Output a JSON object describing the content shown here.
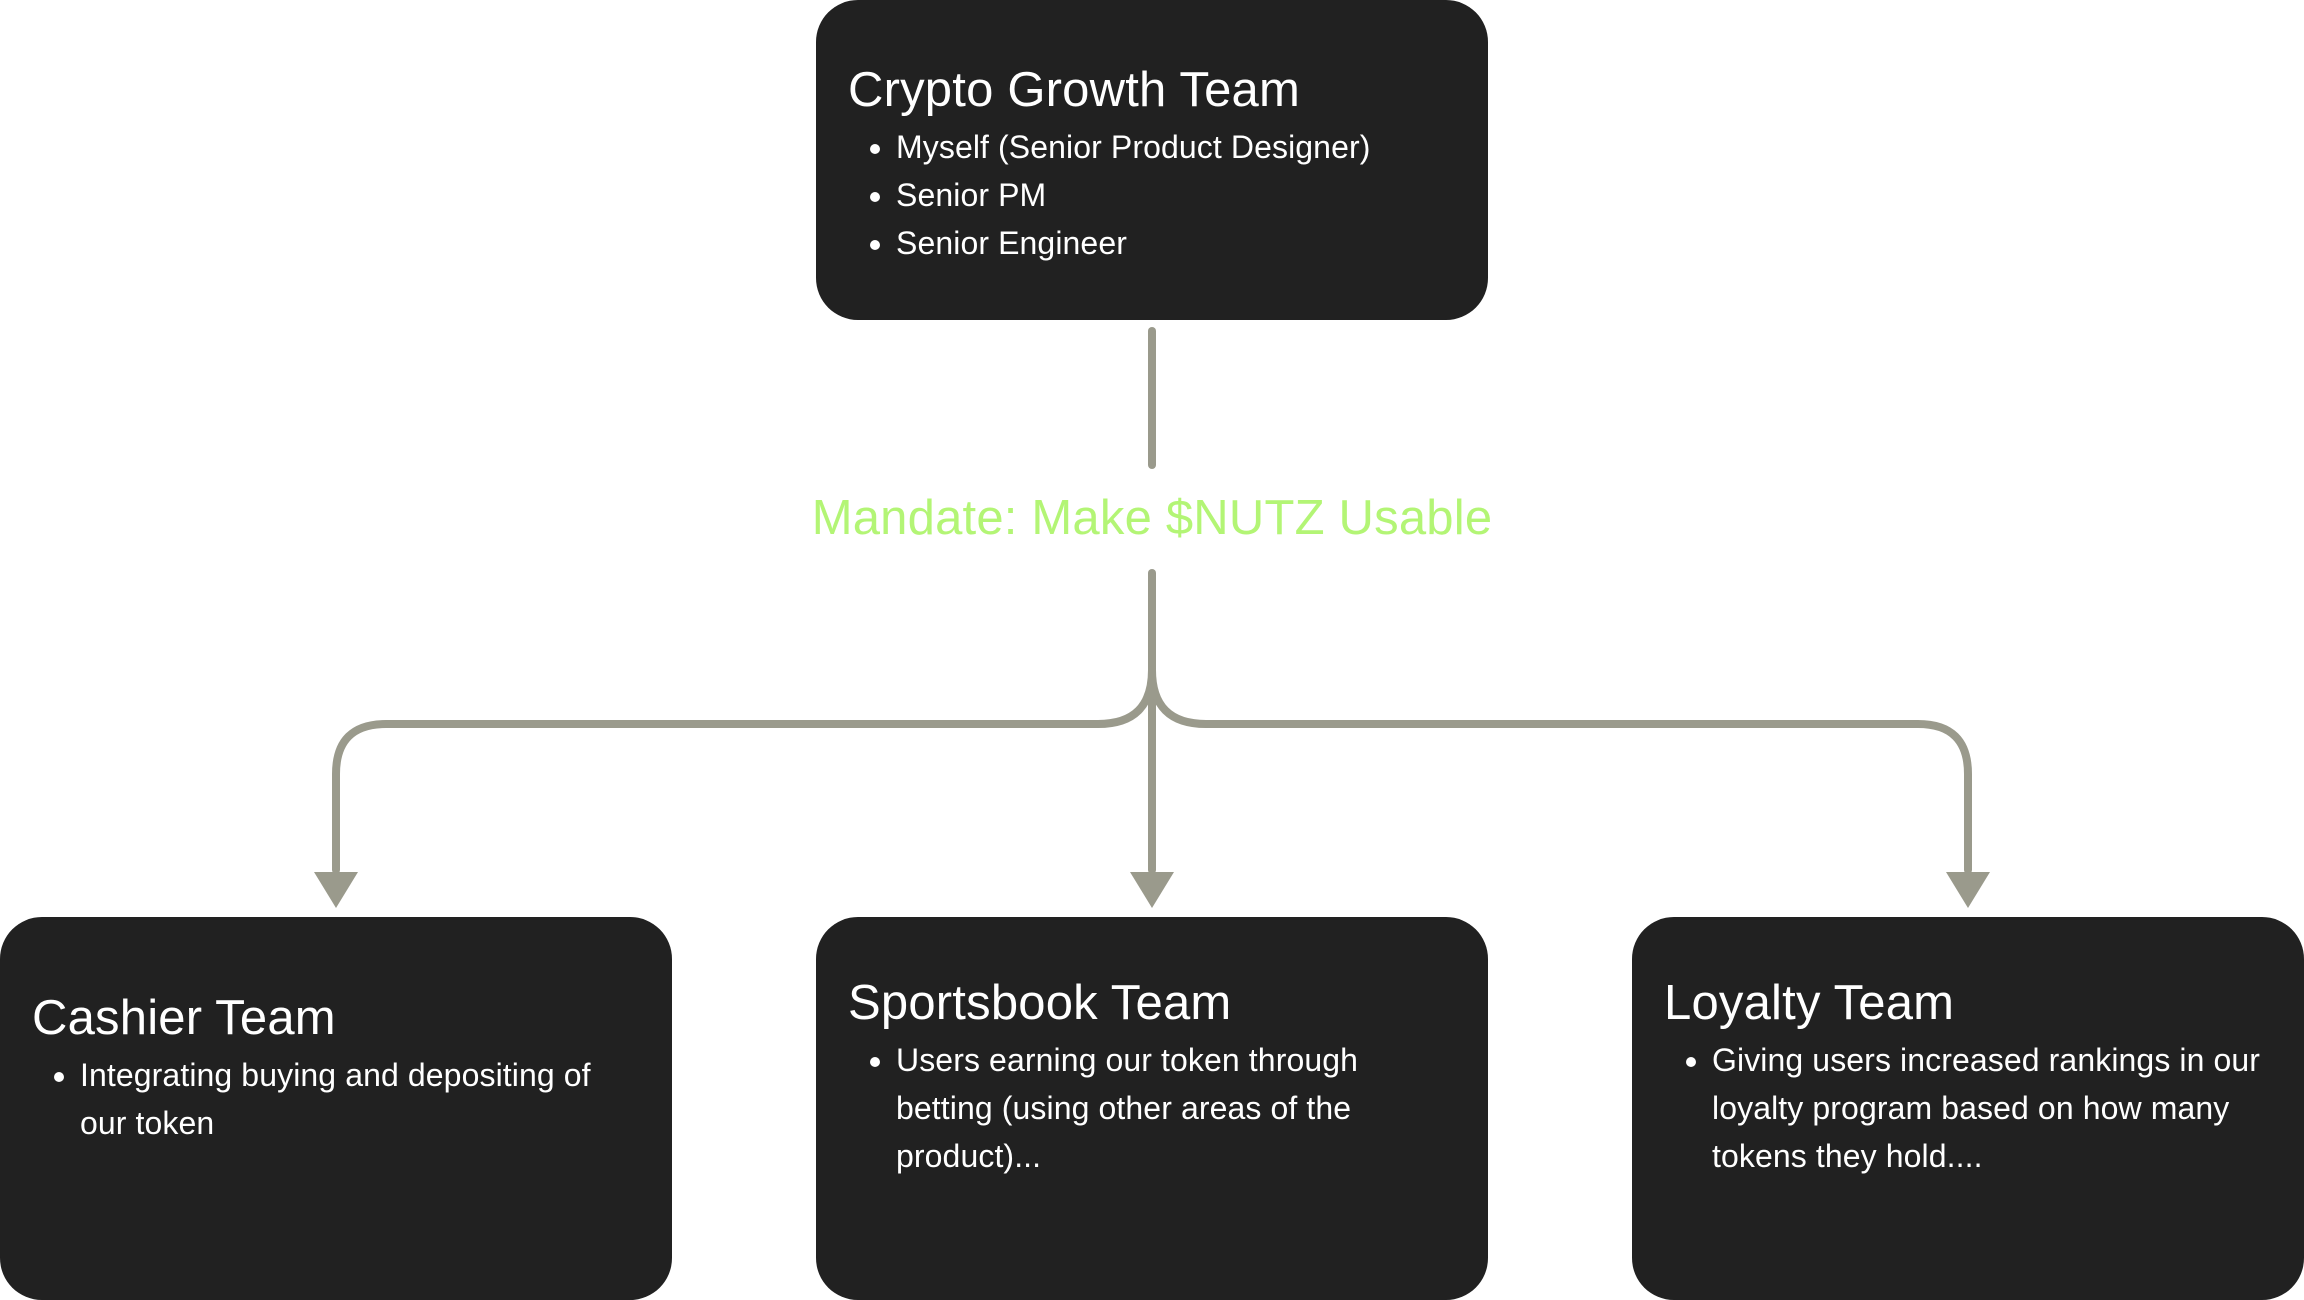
{
  "diagram": {
    "top_node": {
      "title": "Crypto Growth Team",
      "items": [
        "Myself (Senior Product Designer)",
        "Senior PM",
        "Senior Engineer"
      ]
    },
    "mandate": {
      "label": "Mandate: Make $NUTZ Usable",
      "color": "#b3f575"
    },
    "children": [
      {
        "title": "Cashier Team",
        "items": [
          "Integrating buying and depositing of our token"
        ]
      },
      {
        "title": "Sportsbook Team",
        "items": [
          "Users earning our token through betting (using other areas of the product)..."
        ]
      },
      {
        "title": "Loyalty Team",
        "items": [
          "Giving users increased rankings in our loyalty program based on how many tokens they hold...."
        ]
      }
    ],
    "colors": {
      "node_fill": "#212121",
      "node_text": "#ffffff",
      "connector": "#9a9a8c",
      "background": "#ffffff"
    }
  }
}
